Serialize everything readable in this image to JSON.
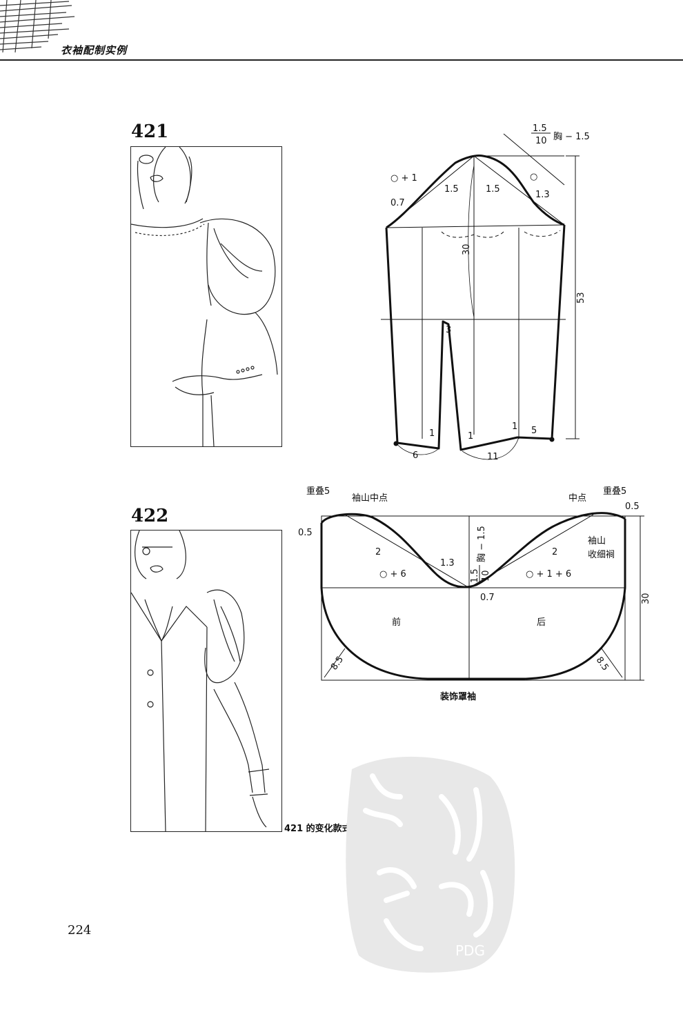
{
  "header": {
    "title": "衣袖配制实例"
  },
  "page_number": "224",
  "fig421": {
    "number": "421",
    "labels": {
      "circle_plus_1": "○ + 1",
      "d07": "0.7",
      "d15a": "1.5",
      "d15b": "1.5",
      "d13": "1.3",
      "formula_frac": "1.5",
      "formula_den": "10",
      "formula_rest": "胸 − 1.5",
      "len53": "53",
      "len30": "30",
      "d3": "3",
      "d1a": "1",
      "d1b": "1",
      "d1c": "1",
      "d6": "6",
      "d11": "11",
      "d5": "5"
    }
  },
  "fig422": {
    "number": "422",
    "caption": "421 的变化款式",
    "title": "装饰罩袖",
    "labels": {
      "overlap_left": "重叠5",
      "cap_mid": "袖山中点",
      "mid": "中点",
      "overlap_right": "重叠5",
      "d05l": "0.5",
      "d05r": "0.5",
      "d2l": "2",
      "d2r": "2",
      "circle6": "○ + 6",
      "circle16": "○ + 1 + 6",
      "d13": "1.3",
      "d07": "0.7",
      "formula_frac": "1.5",
      "formula_den": "10",
      "formula_rest": "胸 − 1.5",
      "gather1": "袖山",
      "gather2": "收细裥",
      "len30": "30",
      "front": "前",
      "back": "后",
      "d85l": "8.5",
      "d85r": "8.5"
    }
  }
}
